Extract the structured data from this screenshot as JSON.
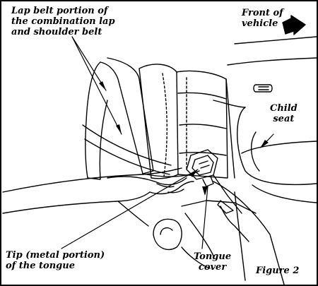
{
  "figure": {
    "lap_belt_label": [
      "Lap belt portion of",
      "the combination lap",
      "and shoulder belt"
    ],
    "front_label": [
      "Front of",
      "vehicle"
    ],
    "child_seat_label": [
      "Child",
      "seat"
    ],
    "tip_label": [
      "Tip (metal portion)",
      "of the tongue"
    ],
    "tongue_cover_label": [
      "Tongue",
      "cover"
    ],
    "figure_number": "Figure 2"
  },
  "colors": {
    "ink": "#000000",
    "paper": "#ffffff"
  }
}
